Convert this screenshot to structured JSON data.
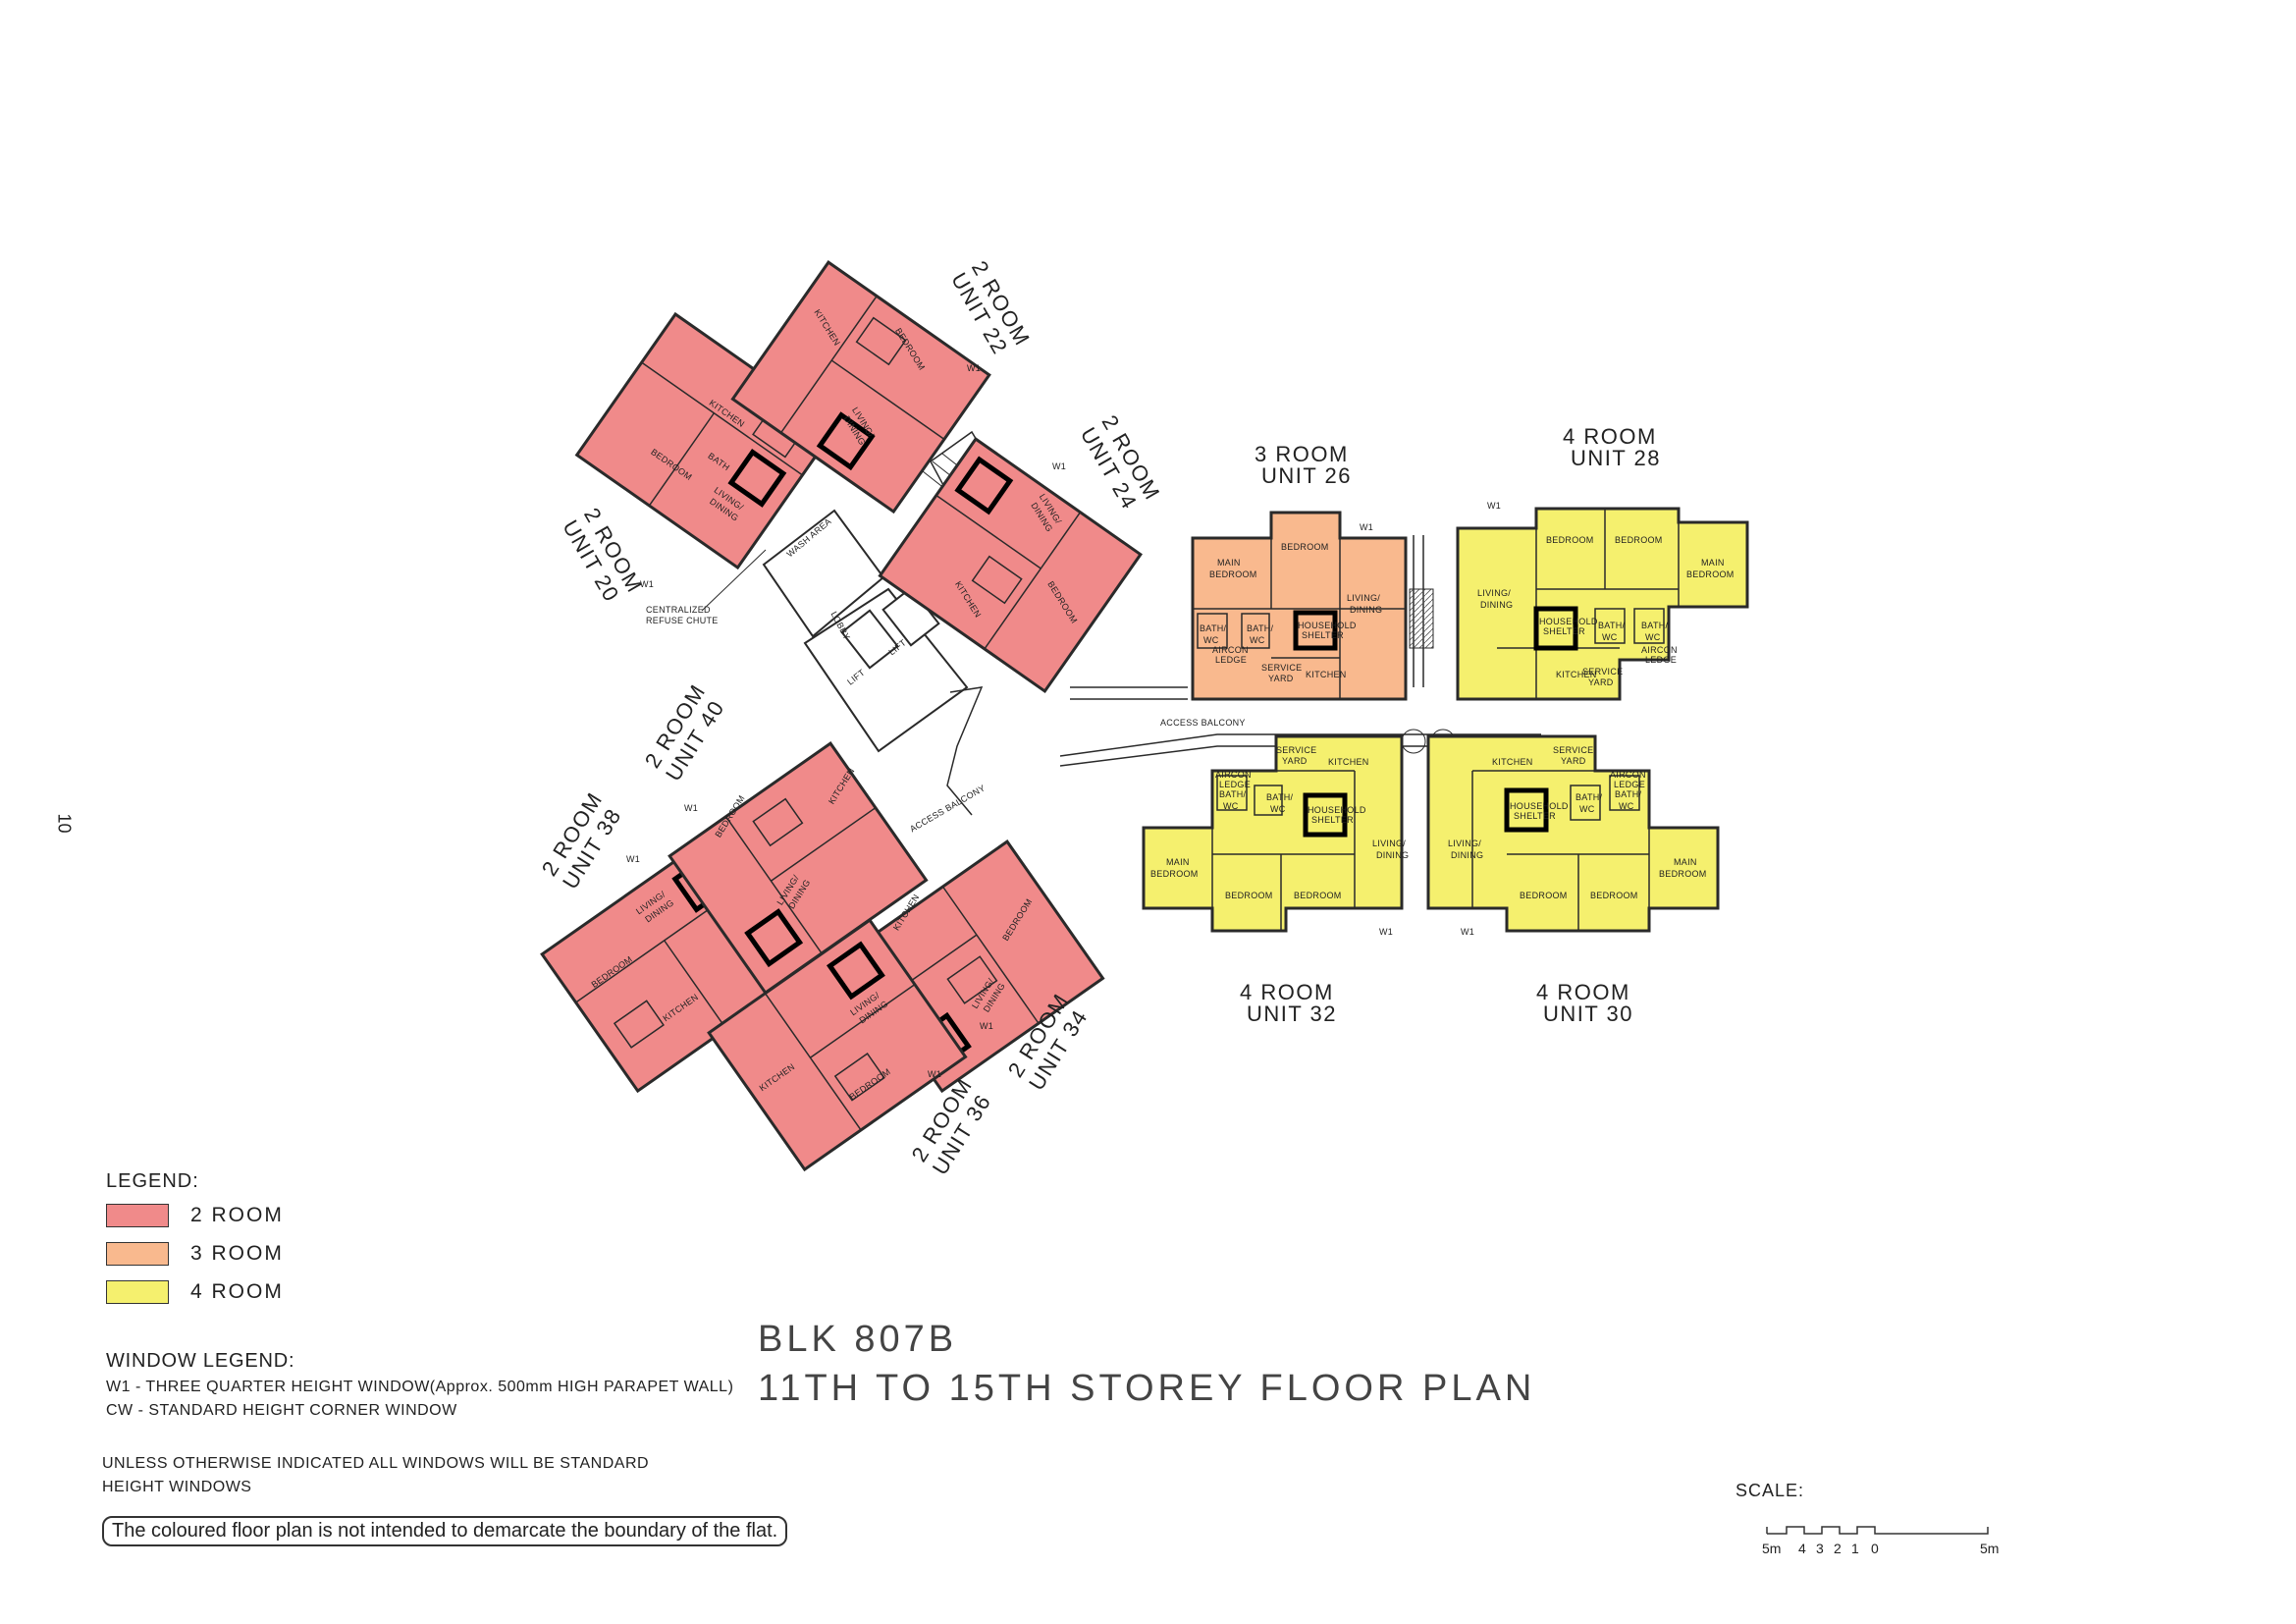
{
  "page_number": "10",
  "title": {
    "block": "BLK 807B",
    "storey": "11TH TO 15TH STOREY FLOOR PLAN"
  },
  "colors": {
    "two_room": "#f08a8a",
    "three_room": "#f9b98e",
    "four_room": "#f5f06e",
    "outline": "#2a2a2a"
  },
  "legend": {
    "title": "LEGEND:",
    "items": [
      {
        "label": "2 ROOM",
        "color": "#f08a8a"
      },
      {
        "label": "3 ROOM",
        "color": "#f9b98e"
      },
      {
        "label": "4 ROOM",
        "color": "#f5f06e"
      }
    ]
  },
  "window_legend": {
    "title": "WINDOW LEGEND:",
    "w1": "W1 - THREE QUARTER HEIGHT WINDOW(Approx. 500mm HIGH PARAPET WALL)",
    "cw": "CW - STANDARD HEIGHT CORNER WINDOW"
  },
  "note": {
    "line1": "UNLESS OTHERWISE INDICATED ALL WINDOWS WILL BE STANDARD",
    "line2": "HEIGHT WINDOWS"
  },
  "disclaimer": "The coloured floor plan is not intended to demarcate the boundary of the flat.",
  "scale": {
    "title": "SCALE:",
    "ticks": [
      "5m",
      "4",
      "3",
      "2",
      "1",
      "0",
      "5m"
    ]
  },
  "units": [
    {
      "id": "u20",
      "type": "2 ROOM",
      "number": "UNIT 20"
    },
    {
      "id": "u22",
      "type": "2 ROOM",
      "number": "UNIT 22"
    },
    {
      "id": "u24",
      "type": "2 ROOM",
      "number": "UNIT 24"
    },
    {
      "id": "u26",
      "type": "3 ROOM",
      "number": "UNIT 26"
    },
    {
      "id": "u28",
      "type": "4 ROOM",
      "number": "UNIT 28"
    },
    {
      "id": "u30",
      "type": "4 ROOM",
      "number": "UNIT 30"
    },
    {
      "id": "u32",
      "type": "4 ROOM",
      "number": "UNIT 32"
    },
    {
      "id": "u34",
      "type": "2 ROOM",
      "number": "UNIT 34"
    },
    {
      "id": "u36",
      "type": "2 ROOM",
      "number": "UNIT 36"
    },
    {
      "id": "u38",
      "type": "2 ROOM",
      "number": "UNIT 38"
    },
    {
      "id": "u40",
      "type": "2 ROOM",
      "number": "UNIT 40"
    }
  ],
  "rooms": {
    "bedroom": "BEDROOM",
    "main_bedroom_1": "MAIN",
    "main_bedroom_2": "BEDROOM",
    "kitchen": "KITCHEN",
    "living_1": "LIVING/",
    "living_2": "DINING",
    "bath": "BATH",
    "bath_wc_1": "BATH/",
    "bath_wc_2": "WC",
    "household_1": "HOUSEHOLD",
    "household_2": "SHELTER",
    "service_1": "SERVICE",
    "service_2": "YARD",
    "aircon_1": "AIRCON",
    "aircon_2": "LEDGE",
    "w1": "W1"
  },
  "common_areas": {
    "lobby": "LOBBY",
    "lift": "LIFT",
    "wash_area": "WASH AREA",
    "refuse_1": "CENTRALIZED",
    "refuse_2": "REFUSE CHUTE",
    "access_balcony": "ACCESS BALCONY"
  }
}
